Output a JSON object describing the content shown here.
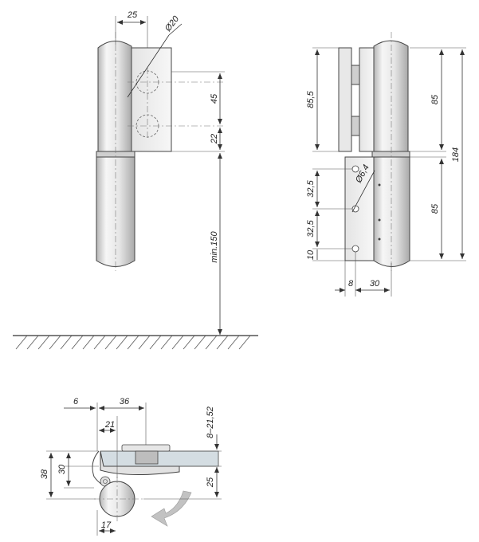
{
  "views": {
    "front": {
      "dim_top": "25",
      "dim_diameter": "Ø20",
      "dim_45": "45",
      "dim_22": "22",
      "dim_min150": "min.150"
    },
    "side": {
      "dim_85_5": "85,5",
      "dim_85_top": "85",
      "dim_184": "184",
      "dim_85_bottom": "85",
      "dim_32_5_a": "32,5",
      "dim_32_5_b": "32,5",
      "dim_10": "10",
      "dim_diameter": "Ø6,4",
      "dim_8": "8",
      "dim_30": "30"
    },
    "plan": {
      "dim_6": "6",
      "dim_36": "36",
      "dim_21": "21",
      "dim_range": "8–21,52",
      "dim_38": "38",
      "dim_30": "30",
      "dim_25": "25",
      "dim_17": "17"
    }
  },
  "colors": {
    "line": "#333333",
    "metal_light": "#f2f2f2",
    "metal_mid": "#d8d8d8",
    "metal_dark": "#a8a8a8",
    "glass": "#d4dde2",
    "arrow": "#b8b8b8"
  }
}
